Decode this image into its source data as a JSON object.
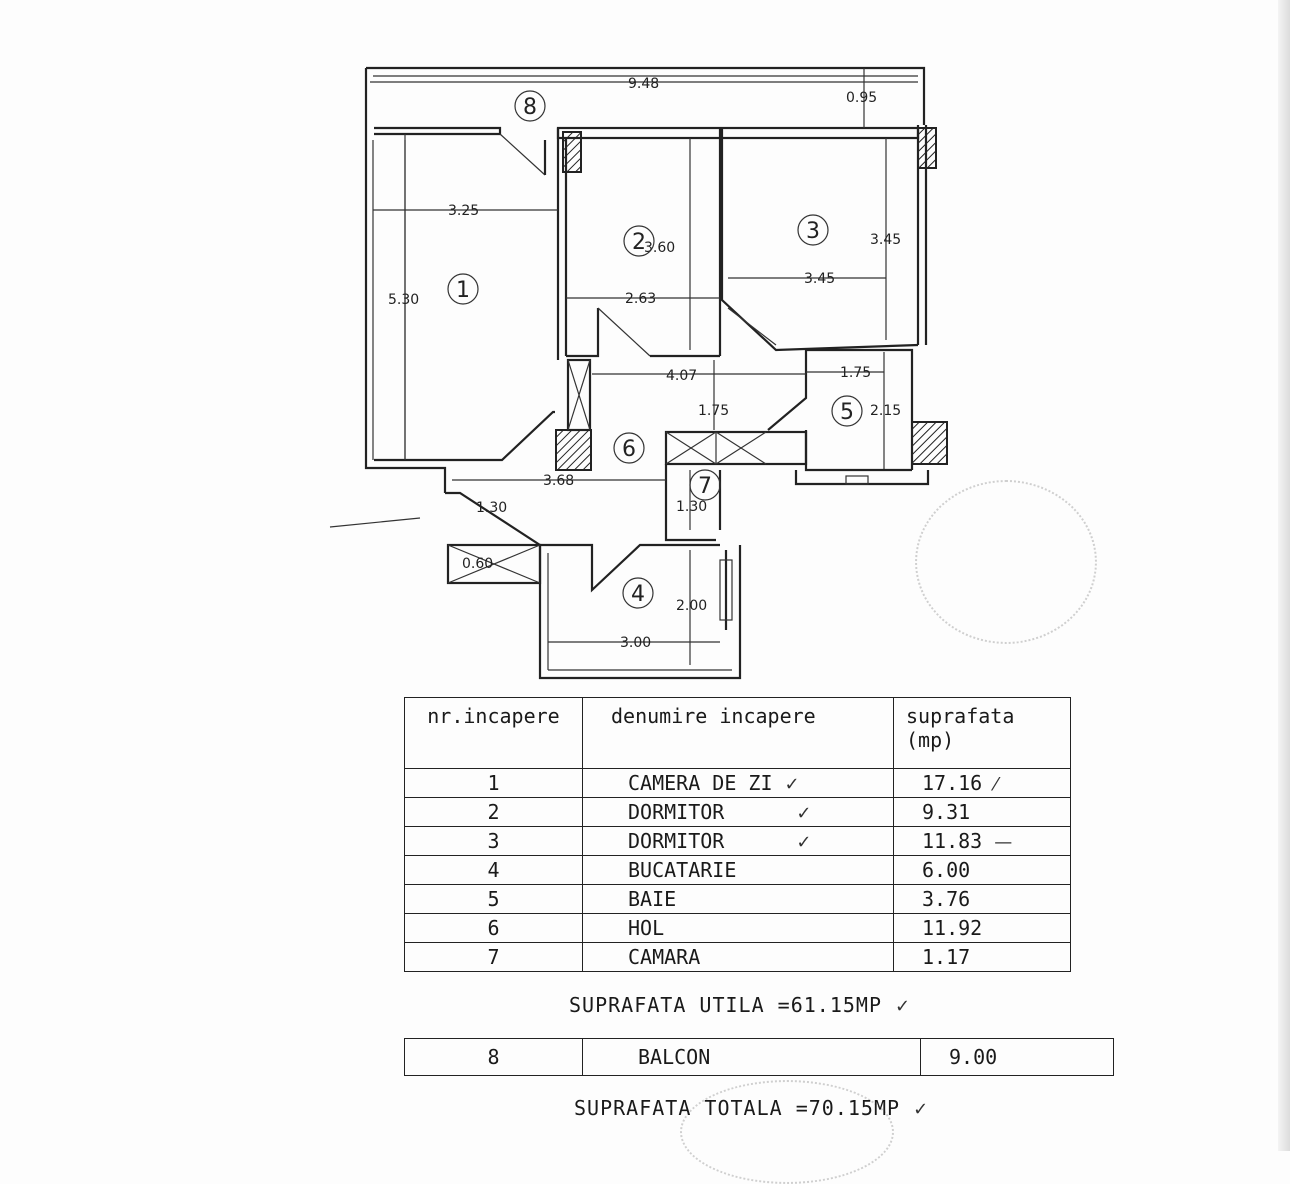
{
  "plan": {
    "dimensions": [
      "9.48",
      "0.95",
      "3.25",
      "3.60",
      "3.45",
      "3.45",
      "5.30",
      "2.63",
      "4.07",
      "1.75",
      "1.75",
      "2.15",
      "3.68",
      "1.30",
      "1.30",
      "0.60",
      "2.00",
      "3.00"
    ],
    "room_numbers": [
      "1",
      "2",
      "3",
      "4",
      "5",
      "6",
      "7",
      "8"
    ]
  },
  "table": {
    "headers": [
      "nr.incapere",
      "denumire incapere",
      "suprafata (mp)"
    ],
    "rows": [
      {
        "nr": "1",
        "name": "CAMERA DE ZI",
        "area": "17.16"
      },
      {
        "nr": "2",
        "name": "DORMITOR",
        "area": "9.31"
      },
      {
        "nr": "3",
        "name": "DORMITOR",
        "area": "11.83"
      },
      {
        "nr": "4",
        "name": "BUCATARIE",
        "area": "6.00"
      },
      {
        "nr": "5",
        "name": "BAIE",
        "area": "3.76"
      },
      {
        "nr": "6",
        "name": "HOL",
        "area": "11.92"
      },
      {
        "nr": "7",
        "name": "CAMARA",
        "area": "1.17"
      }
    ]
  },
  "suprafata_utila": "SUPRAFATA UTILA =61.15MP",
  "balcony": {
    "nr": "8",
    "name": "BALCON",
    "area": "9.00"
  },
  "suprafata_totala": "SUPRAFATA TOTALA =70.15MP"
}
